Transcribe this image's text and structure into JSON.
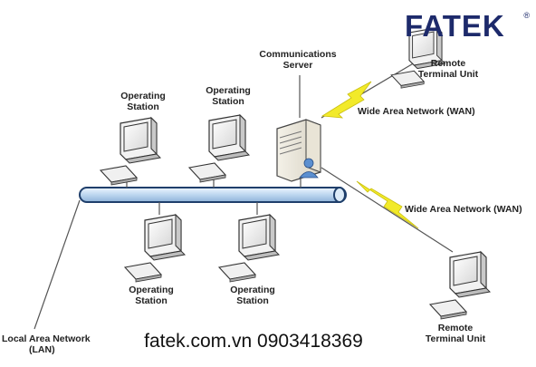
{
  "logo": {
    "text": "FATEK",
    "reg_mark": "®"
  },
  "labels": {
    "comm_server": [
      "Communications",
      "Server"
    ],
    "op_top_left": [
      "Operating",
      "Station"
    ],
    "op_top_mid": [
      "Operating",
      "Station"
    ],
    "op_bottom_left": [
      "Operating",
      "Station"
    ],
    "op_bottom_mid": [
      "Operating",
      "Station"
    ],
    "rtu_top": [
      "Remote",
      "Terminal Unit"
    ],
    "rtu_bottom": [
      "Remote",
      "Terminal Unit"
    ],
    "wan_top": "Wide Area Network (WAN)",
    "wan_bottom": "Wide Area Network (WAN)",
    "lan": [
      "Local Area Network",
      "(LAN)"
    ]
  },
  "footer": {
    "website": "fatek.com.vn",
    "phone": "0903418369"
  },
  "icons": {
    "computer": "computer-icon",
    "server": "server-icon",
    "user": "user-icon",
    "lightning": "lightning-icon"
  },
  "colors": {
    "lan_bus_fill": "#cfe3f5",
    "lan_bus_stroke": "#1f3f6b",
    "lightning": "#f2ea2a",
    "logo": "#1d2a6b"
  }
}
